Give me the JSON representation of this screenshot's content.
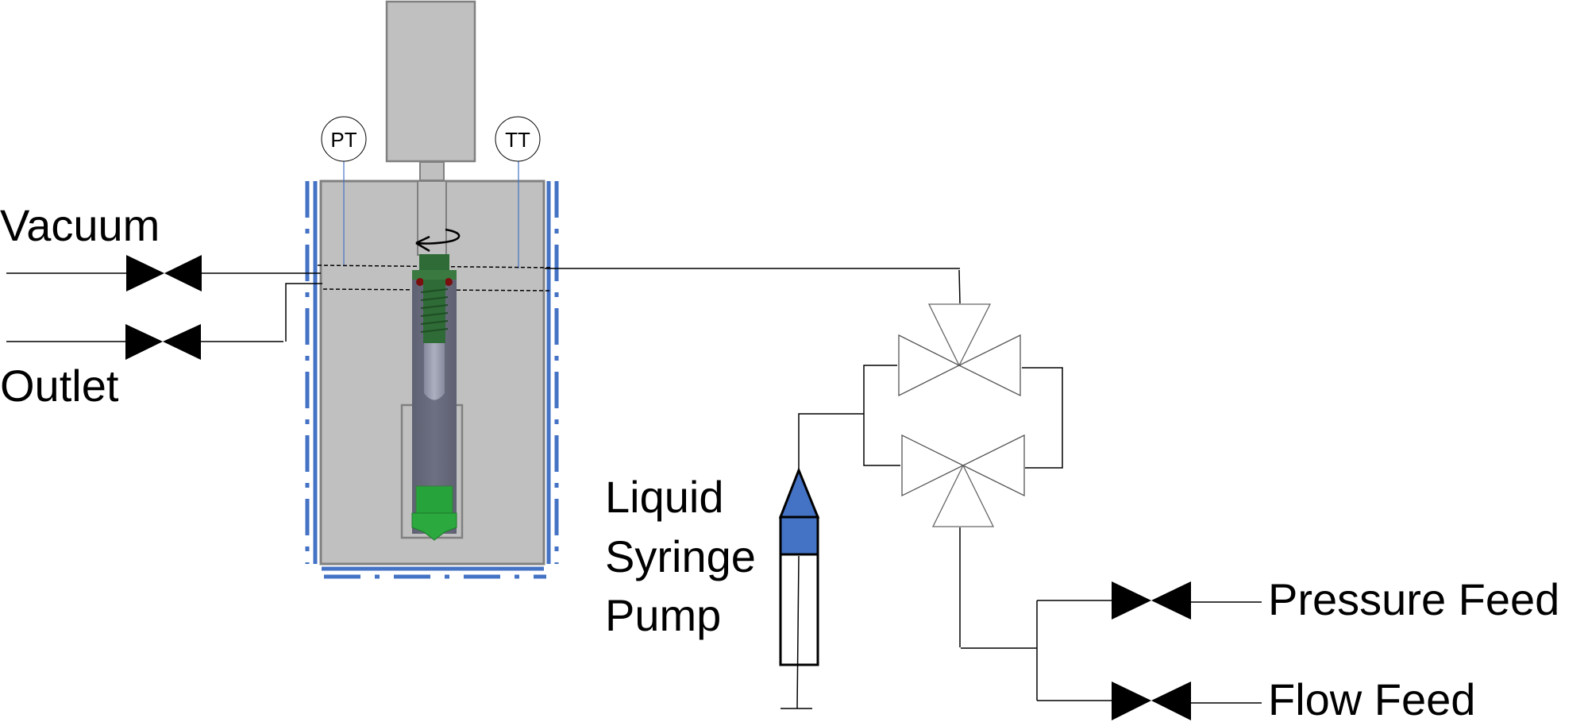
{
  "diagram": {
    "type": "process-flow-schematic",
    "labels": {
      "vacuum": "Vacuum",
      "outlet": "Outlet",
      "pressure_transmitter": "PT",
      "temperature_transmitter": "TT",
      "syringe_pump_line1": "Liquid",
      "syringe_pump_line2": "Syringe",
      "syringe_pump_line3": "Pump",
      "pressure_feed": "Pressure Feed",
      "flow_feed": "Flow Feed"
    },
    "colors": {
      "vessel_fill": "#c0c0c0",
      "vessel_stroke": "#808080",
      "heating_jacket": "#4472c4",
      "sample_holder": "#6a6d7e",
      "screw_cap": "#2e6b36",
      "impeller": "#26a33a",
      "seal": "#7a0f0f",
      "syringe_fluid": "#4472c4",
      "instrument_line": "#4472c4",
      "pipe": "#000000"
    },
    "components": [
      {
        "id": "motor",
        "name": "Stirrer motor"
      },
      {
        "id": "vessel",
        "name": "Pressure vessel"
      },
      {
        "id": "jacket",
        "name": "Heating jacket"
      },
      {
        "id": "pt",
        "name": "Pressure transmitter"
      },
      {
        "id": "tt",
        "name": "Temperature transmitter"
      },
      {
        "id": "vacuum-valve",
        "name": "Vacuum valve"
      },
      {
        "id": "outlet-valve",
        "name": "Outlet valve"
      },
      {
        "id": "three-way-valve-top",
        "name": "Three-way valve (top)"
      },
      {
        "id": "three-way-valve-bottom",
        "name": "Three-way valve (bottom)"
      },
      {
        "id": "syringe-pump",
        "name": "Liquid syringe pump"
      },
      {
        "id": "pressure-feed-valve",
        "name": "Pressure feed valve"
      },
      {
        "id": "flow-feed-valve",
        "name": "Flow feed valve"
      }
    ]
  }
}
